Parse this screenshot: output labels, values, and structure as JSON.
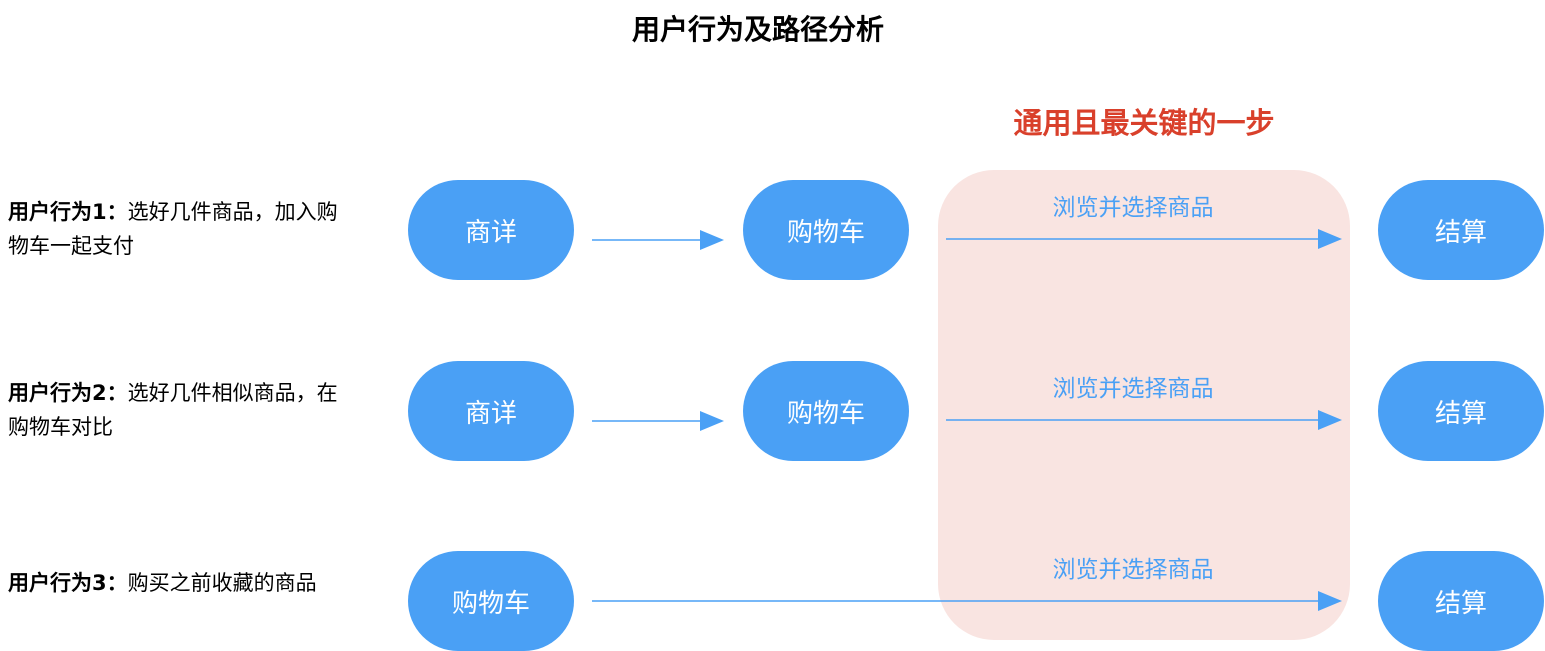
{
  "title": "用户行为及路径分析",
  "highlight_label": "通用且最关键的一步",
  "colors": {
    "node_fill": "#4aa0f5",
    "arrow": "#4aa0f5",
    "highlight_bg": "#f9e4e1",
    "highlight_label": "#d9402b"
  },
  "rows": [
    {
      "label_bold": "用户行为1：",
      "label_text": "选好几件商品，加入购物车一起支付",
      "nodes": [
        "商详",
        "购物车",
        "结算"
      ],
      "edge_label": "浏览并选择商品"
    },
    {
      "label_bold": "用户行为2：",
      "label_text": "选好几件相似商品，在购物车对比",
      "nodes": [
        "商详",
        "购物车",
        "结算"
      ],
      "edge_label": "浏览并选择商品"
    },
    {
      "label_bold": "用户行为3：",
      "label_text": "购买之前收藏的商品",
      "nodes": [
        "购物车",
        "结算"
      ],
      "edge_label": "浏览并选择商品"
    }
  ]
}
